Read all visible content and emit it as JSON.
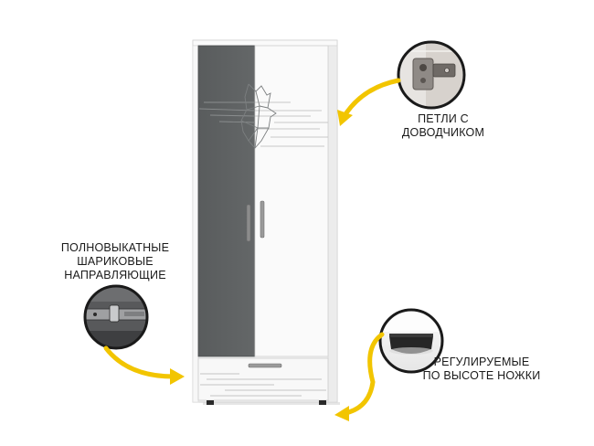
{
  "features": {
    "hinges": {
      "line1": "ПЕТЛИ С",
      "line2": "ДОВОДЧИКОМ"
    },
    "rails": {
      "line1": "ПОЛНОВЫКАТНЫЕ",
      "line2": "ШАРИКОВЫЕ",
      "line3": "НАПРАВЛЯЮЩИЕ"
    },
    "legs": {
      "line1": "РЕГУЛИРУЕМЫЕ",
      "line2": "ПО ВЫСОТЕ НОЖКИ"
    }
  },
  "colors": {
    "accent_arrow": "#f2c500",
    "door_dark": "#5e6162",
    "cabinet_white": "#f4f4f4",
    "detail_ring": "#1a1a1a"
  }
}
